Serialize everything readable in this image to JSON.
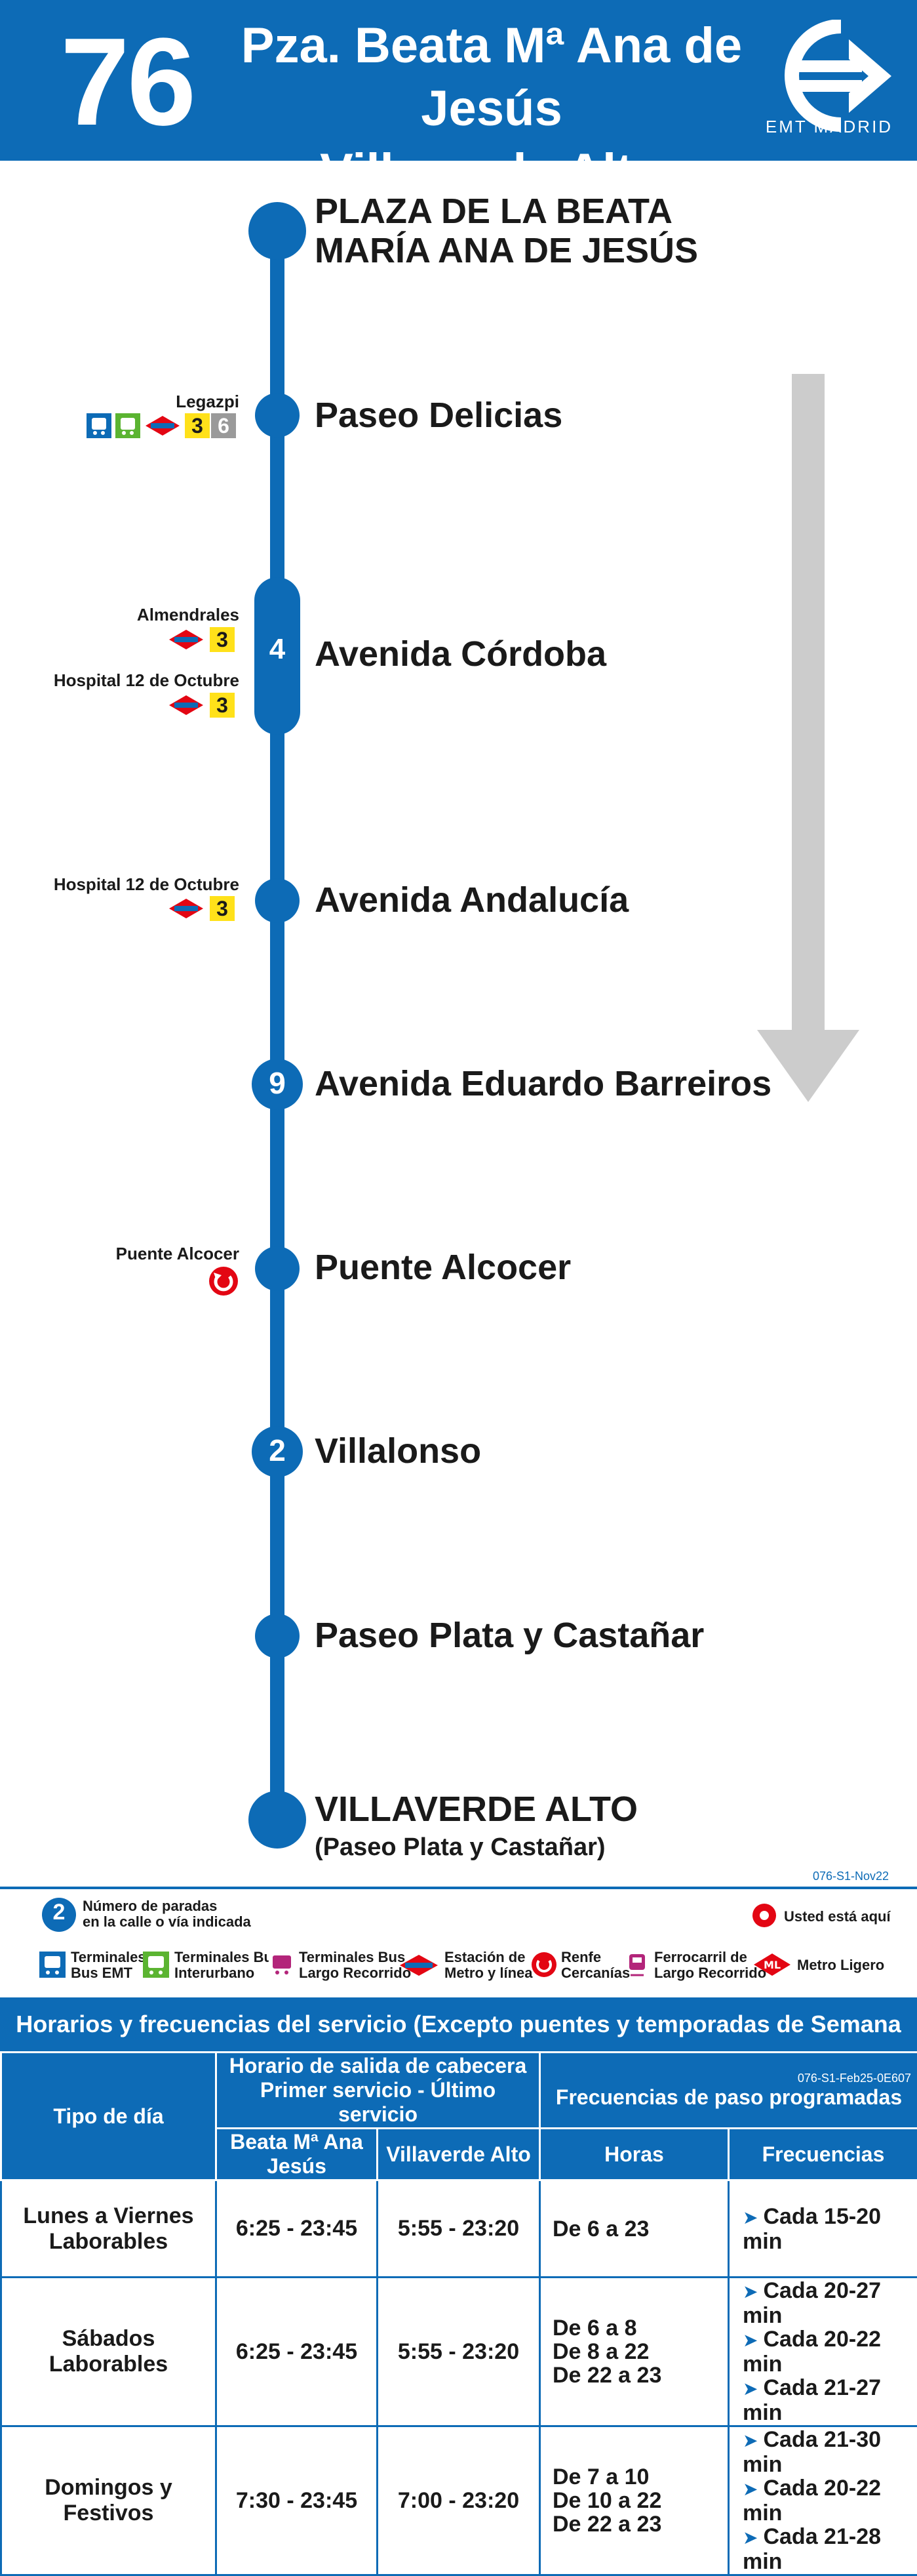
{
  "header": {
    "line_number": "76",
    "title_line1": "Pza. Beata Mª Ana de Jesús",
    "title_line2": "Villaverde Alto",
    "logo_text": "EMT MADRID"
  },
  "stops": [
    {
      "name_line1": "PLAZA DE LA BEATA",
      "name_line2": "MARÍA ANA DE JESÚS"
    },
    {
      "name": "Paseo Delicias",
      "connection": "Legazpi",
      "badges": [
        "3",
        "6"
      ]
    },
    {
      "name": "Avenida Córdoba",
      "count": "4",
      "connection1": "Almendrales",
      "connection2": "Hospital 12 de Octubre",
      "badge": "3"
    },
    {
      "name": "Avenida Andalucía",
      "connection": "Hospital 12 de Octubre",
      "badge": "3"
    },
    {
      "name": "Avenida Eduardo Barreiros",
      "count": "9"
    },
    {
      "name": "Puente Alcocer",
      "connection": "Puente Alcocer"
    },
    {
      "name": "Villalonso",
      "count": "2"
    },
    {
      "name": "Paseo Plata y Castañar"
    },
    {
      "name": "VILLAVERDE ALTO",
      "sub": "(Paseo Plata y Castañar)"
    }
  ],
  "route_code": "076-S1-Nov22",
  "legend": {
    "count_number": "2",
    "count_label_1": "Número de paradas",
    "count_label_2": "en la calle o vía indicada",
    "you_are_here": "Usted está aquí",
    "items": [
      {
        "l1": "Terminales",
        "l2": "Bus EMT"
      },
      {
        "l1": "Terminales Bus",
        "l2": "Interurbano"
      },
      {
        "l1": "Terminales Bus",
        "l2": "Largo Recorrido"
      },
      {
        "l1": "Estación de",
        "l2": "Metro y línea"
      },
      {
        "l1": "Renfe",
        "l2": "Cercanías"
      },
      {
        "l1": "Ferrocarril de",
        "l2": "Largo Recorrido"
      },
      {
        "l1": "Metro Ligero",
        "l2": ""
      }
    ]
  },
  "timetable": {
    "title": "Horarios y frecuencias del servicio (Excepto puentes y temporadas de Semana Santa y Verano)",
    "code": "076-S1-Feb25-0E607",
    "col_day": "Tipo de día",
    "col_schedule_1": "Horario de salida de cabecera",
    "col_schedule_2": "Primer servicio - Último servicio",
    "col_freq": "Frecuencias de paso programadas",
    "sub_origin": "Beata Mª Ana Jesús",
    "sub_dest": "Villaverde Alto",
    "sub_hours": "Horas",
    "sub_freq": "Frecuencias",
    "rows": [
      {
        "day1": "Lunes a Viernes",
        "day2": "Laborables",
        "origin": "6:25 - 23:45",
        "dest": "5:55 - 23:20",
        "hours": [
          "De 6 a 23"
        ],
        "freqs": [
          "Cada 15-20 min"
        ]
      },
      {
        "day1": "Sábados",
        "day2": "Laborables",
        "origin": "6:25 - 23:45",
        "dest": "5:55 - 23:20",
        "hours": [
          "De 6 a 8",
          "De 8 a 22",
          "De 22 a 23"
        ],
        "freqs": [
          "Cada 20-27 min",
          "Cada 20-22 min",
          "Cada 21-27 min"
        ]
      },
      {
        "day1": "Domingos y",
        "day2": "Festivos",
        "origin": "7:30 - 23:45",
        "dest": "7:00 - 23:20",
        "hours": [
          "De 7 a 10",
          "De 10 a 22",
          "De 22 a 23"
        ],
        "freqs": [
          "Cada 21-30 min",
          "Cada 20-22 min",
          "Cada 21-28 min"
        ]
      }
    ]
  },
  "colors": {
    "brand_blue": "#0d6bb6",
    "metro_yellow": "#ffe11a",
    "arrow_gray": "#cccccc",
    "renfe_red": "#e30613"
  }
}
